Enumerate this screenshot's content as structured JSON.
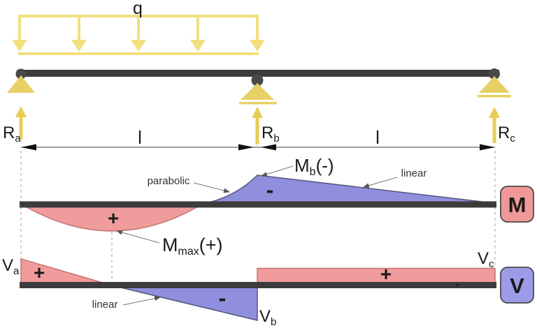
{
  "colors": {
    "load_yellow": "#F2DF7E",
    "support_yellow": "#E7D167",
    "reaction_yellow": "#E8CD55",
    "beam_dark": "#3C3C3C",
    "joint_gray": "#4A4A4A",
    "positive_fill": "#F09C9C",
    "positive_edge": "#C47272",
    "negative_fill": "#8F8FDE",
    "negative_edge": "#55557D",
    "moment_badge_fill": "#F09898",
    "shear_badge_fill": "#9B9BE8",
    "badge_border": "#4A4A4A"
  },
  "load": {
    "label": "q"
  },
  "reactions": {
    "a": {
      "base": "R",
      "sub": "a"
    },
    "b": {
      "base": "R",
      "sub": "b"
    },
    "c": {
      "base": "R",
      "sub": "c"
    }
  },
  "spans": {
    "left": "l",
    "right": "l"
  },
  "moment": {
    "badge": "M",
    "plus": "+",
    "minus": "-",
    "curve_label_parabolic": "parabolic",
    "curve_label_linear": "linear",
    "mb": {
      "base": "M",
      "sub": "b",
      "suffix": "(-)"
    },
    "mmax": {
      "base": "M",
      "sub": "max",
      "suffix": "(+)"
    }
  },
  "shear": {
    "badge": "V",
    "plus_left": "+",
    "minus": "-",
    "plus_right": "+",
    "minus_small": "-",
    "curve_label_linear": "linear",
    "va": {
      "base": "V",
      "sub": "a"
    },
    "vb": {
      "base": "V",
      "sub": "b"
    },
    "vc": {
      "base": "V",
      "sub": "c"
    }
  }
}
